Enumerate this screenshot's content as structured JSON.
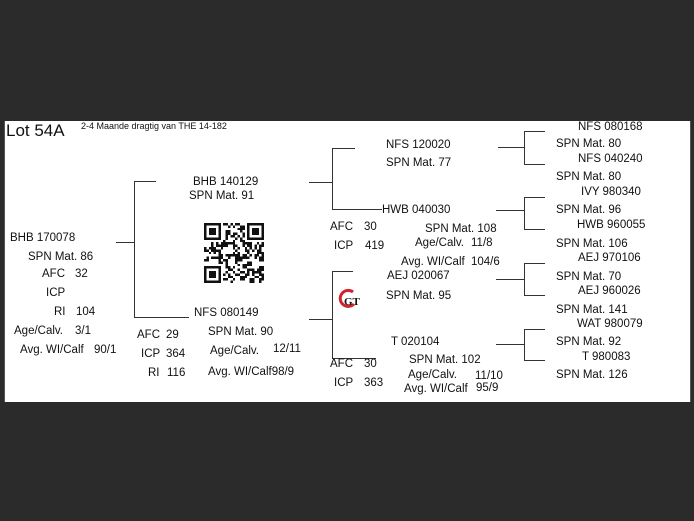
{
  "header": {
    "lot": "Lot 54A",
    "note": "2-4 Maande dragtig van THE 14-182"
  },
  "animal": {
    "id": "BHB 170078",
    "spn": "SPN Mat. 86",
    "afc_label": "AFC",
    "afc": "32",
    "icp_label": "ICP",
    "ri_label": "RI",
    "ri": "104",
    "age_label": "Age/Calv.",
    "age": "3/1",
    "avg_label": "Avg. WI/Calf",
    "avg": "90/1"
  },
  "sire": {
    "id": "BHB 140129",
    "spn": "SPN Mat. 91"
  },
  "dam": {
    "id": "NFS 080149",
    "afc_label": "AFC",
    "afc": "29",
    "spn": "SPN Mat. 90",
    "icp_label": "ICP",
    "icp": "364",
    "age_label": "Age/Calv.",
    "age": "12/11",
    "ri_label": "RI",
    "ri": "116",
    "avg": "Avg. WI/Calf98/9"
  },
  "ss": {
    "id": "NFS 120020",
    "spn": "SPN Mat. 77"
  },
  "sd": {
    "id": "HWB 040030",
    "afc_label": "AFC",
    "afc": "30",
    "spn": "SPN Mat. 108",
    "icp_label": "ICP",
    "icp": "419",
    "age_label": "Age/Calv.",
    "age": "11/8",
    "avg_label": "Avg. WI/Calf",
    "avg": "104/6"
  },
  "ds": {
    "id": "AEJ 020067",
    "spn": "SPN Mat. 95"
  },
  "dd": {
    "id": "T  020104",
    "afc_label": "AFC",
    "afc": "30",
    "spn": "SPN Mat. 102",
    "icp_label": "ICP",
    "icp": "363",
    "age_label": "Age/Calv.",
    "age": "11/10",
    "avg_label": "Avg. WI/Calf",
    "avg": "95/9"
  },
  "gen4": {
    "g1": {
      "id": "NFS 080168",
      "spn": "SPN Mat. 80"
    },
    "g2": {
      "id": "NFS 040240",
      "spn": "SPN Mat. 80"
    },
    "g3": {
      "id": "IVY 980340",
      "spn": "SPN Mat. 96"
    },
    "g4": {
      "id": "HWB 960055",
      "spn": "SPN Mat. 106"
    },
    "g5": {
      "id": "AEJ 970106",
      "spn": "SPN Mat. 70"
    },
    "g6": {
      "id": "AEJ 960026",
      "spn": "SPN Mat. 141"
    },
    "g7": {
      "id": "WAT 980079",
      "spn": "SPN Mat. 92"
    },
    "g8": {
      "id": "T  980083",
      "spn": "SPN Mat. 126"
    }
  },
  "logo_text": "GT"
}
